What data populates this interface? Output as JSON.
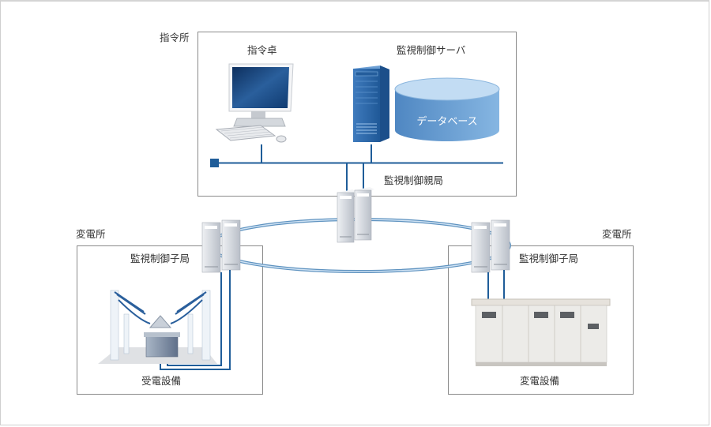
{
  "diagram": {
    "control_center": {
      "label": "指令所",
      "console_label": "指令卓",
      "server_label": "監視制御サーバ",
      "database_label": "データベース",
      "master_station_label": "監視制御親局"
    },
    "substation_left": {
      "label": "変電所",
      "slave_station_label": "監視制御子局",
      "equipment_label": "受電設備"
    },
    "substation_right": {
      "label": "変電所",
      "slave_station_label": "監視制御子局",
      "equipment_label": "変電設備"
    },
    "colors": {
      "network_line": "#1f5d99",
      "ring": "#5f93c0",
      "server": "#2f6aa8",
      "database": "#6ea2d6",
      "box_border": "#8a8a8a"
    }
  }
}
